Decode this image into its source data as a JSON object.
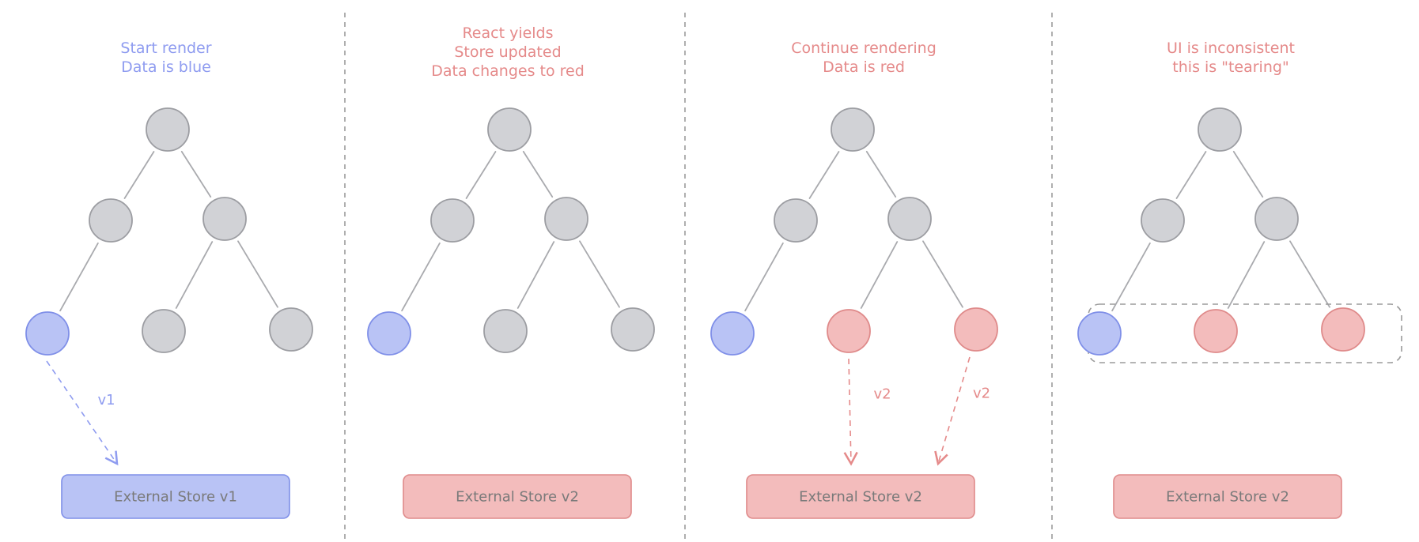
{
  "colors": {
    "blue_text": "#8f9cf0",
    "red_text": "#e58a8a",
    "blue_fill": "#b9c3f5",
    "blue_stroke": "#7f8fe8",
    "red_fill": "#f3bcbc",
    "red_stroke": "#df8a8a",
    "gray_fill": "#d1d2d6",
    "gray_stroke": "#9c9da2",
    "line": "#a9aaae",
    "divider": "#9b9b9b"
  },
  "panels": [
    {
      "caption": [
        "Start render",
        "Data is blue"
      ],
      "caption_color": "blue",
      "leaf_colors": [
        "blue",
        "gray",
        "gray"
      ],
      "store_label": "External Store v1",
      "store_color": "blue",
      "arrows": [
        {
          "from_leaf": 0,
          "label": "v1",
          "color": "blue"
        }
      ],
      "highlight_leaves": false
    },
    {
      "caption": [
        "React yields",
        "Store updated",
        "Data changes to red"
      ],
      "caption_color": "red",
      "leaf_colors": [
        "blue",
        "gray",
        "gray"
      ],
      "store_label": "External Store v2",
      "store_color": "red",
      "arrows": [],
      "highlight_leaves": false
    },
    {
      "caption": [
        "Continue rendering",
        "Data is red"
      ],
      "caption_color": "red",
      "leaf_colors": [
        "blue",
        "red",
        "red"
      ],
      "store_label": "External Store v2",
      "store_color": "red",
      "arrows": [
        {
          "from_leaf": 1,
          "label": "v2",
          "color": "red"
        },
        {
          "from_leaf": 2,
          "label": "v2",
          "color": "red"
        }
      ],
      "highlight_leaves": false
    },
    {
      "caption": [
        "UI is inconsistent",
        "this is \"tearing\""
      ],
      "caption_color": "red",
      "leaf_colors": [
        "blue",
        "red",
        "red"
      ],
      "store_label": "External Store v2",
      "store_color": "red",
      "arrows": [],
      "highlight_leaves": true
    }
  ]
}
